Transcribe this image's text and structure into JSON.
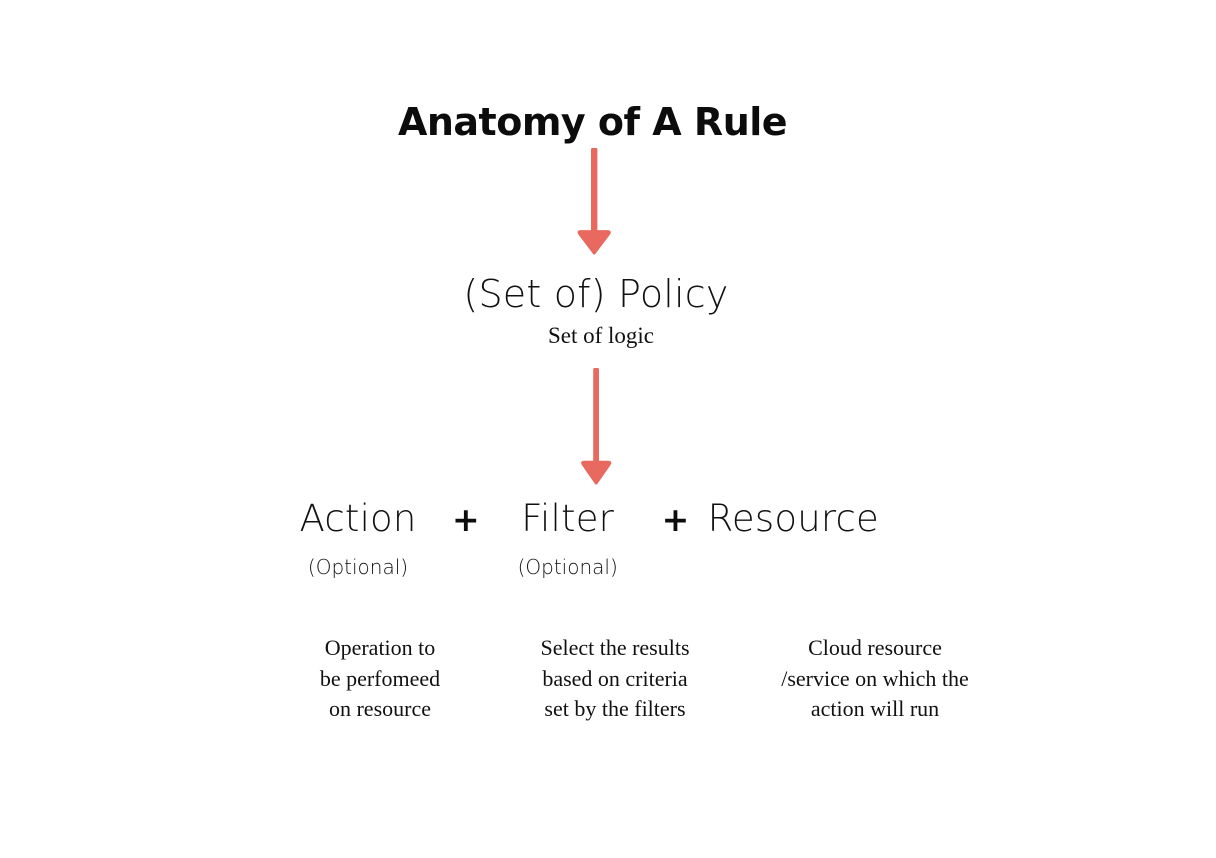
{
  "diagram": {
    "title": "Anatomy of A Rule",
    "accent_color": "#E8695F",
    "text_color": "#111111",
    "background_color": "#FFFFFF",
    "policy": {
      "heading": "(Set of) Policy",
      "subtitle": "Set of logic"
    },
    "operators": {
      "plus_1": "+",
      "plus_2": "+"
    },
    "components": [
      {
        "term": "Action",
        "optional_label": "(Optional)",
        "description": "Operation to\nbe perfomeed\non resource"
      },
      {
        "term": "Filter",
        "optional_label": "(Optional)",
        "description": "Select the results\nbased on criteria\nset by the filters"
      },
      {
        "term": "Resource",
        "optional_label": "",
        "description": "Cloud resource\n/service on which the\naction will run"
      }
    ],
    "arrows": [
      {
        "name": "arrow-title-to-policy",
        "direction": "down"
      },
      {
        "name": "arrow-policy-to-components",
        "direction": "down"
      }
    ]
  }
}
